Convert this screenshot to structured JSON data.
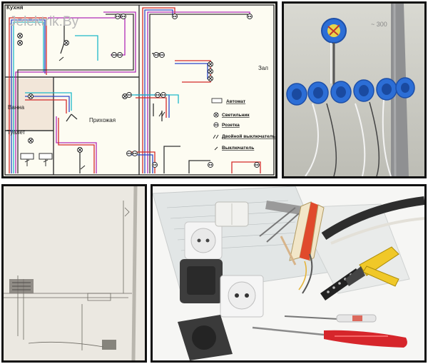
{
  "brand": "Jelektrik.By",
  "plan": {
    "rooms": {
      "kitchen": "Кухня",
      "hall": "Зал",
      "bathroom": "Ванна",
      "corridor": "Прихожая",
      "toilet": "Туалет"
    },
    "legend": [
      {
        "icon": "breaker-icon",
        "label": "Автомат"
      },
      {
        "icon": "lamp-icon",
        "label": "Светильник"
      },
      {
        "icon": "socket-icon",
        "label": "Розетка"
      },
      {
        "icon": "double-switch-icon",
        "label": "Двойной выключатель"
      },
      {
        "icon": "switch-icon",
        "label": "Выключатель"
      }
    ]
  },
  "photos": {
    "junction_boxes": {
      "pencil_note": "~ 300"
    }
  },
  "colors": {
    "wire_red": "#d42a2a",
    "wire_blue": "#2b46c8",
    "wire_cyan": "#1fb9c9",
    "wire_magenta": "#b12bb8",
    "wire_dark": "#333333",
    "box_blue": "#2c6ed6"
  }
}
